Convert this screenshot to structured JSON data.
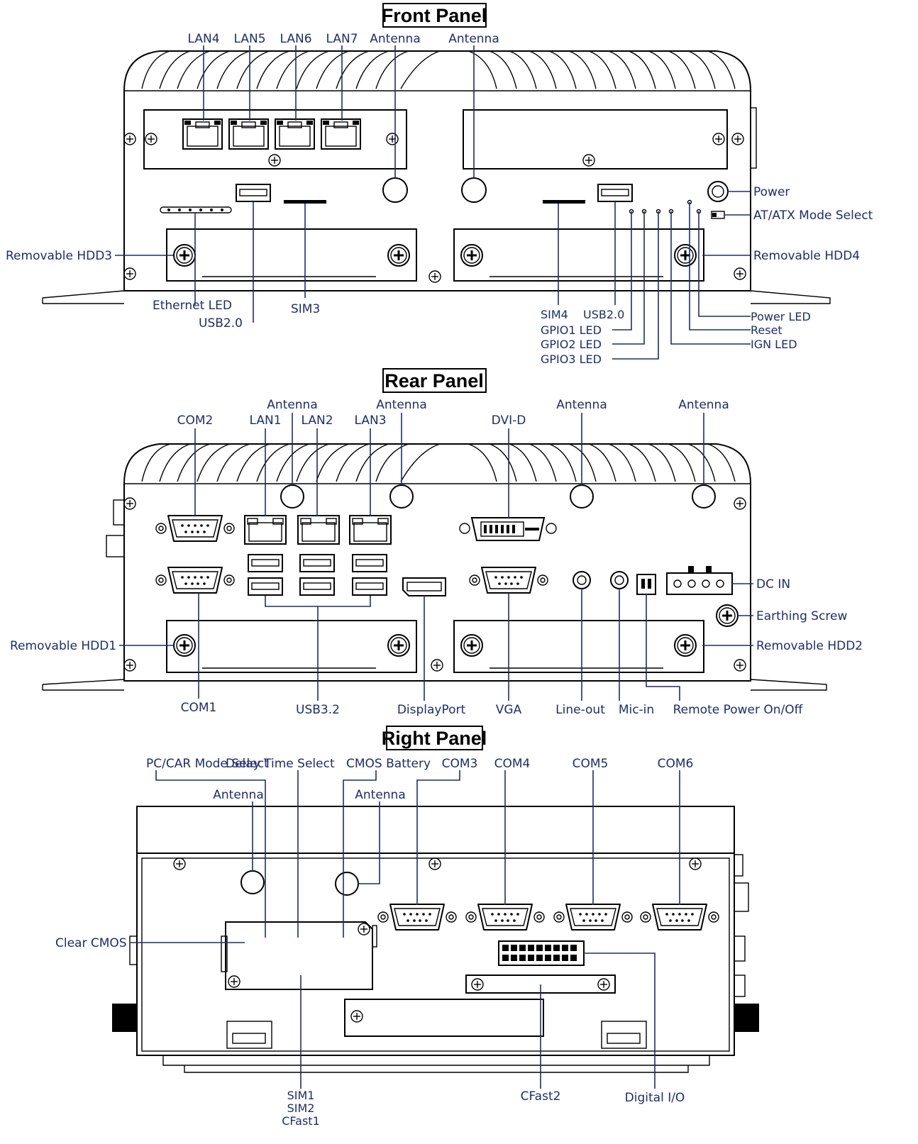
{
  "front": {
    "title": "Front Panel",
    "labels": {
      "lan4": "LAN4",
      "lan5": "LAN5",
      "lan6": "LAN6",
      "lan7": "LAN7",
      "antenna_a": "Antenna",
      "antenna_b": "Antenna",
      "power": "Power",
      "at_atx": "AT/ATX Mode Select",
      "hdd3": "Removable HDD3",
      "hdd4": "Removable HDD4",
      "ethernet_led": "Ethernet LED",
      "usb_left": "USB2.0",
      "sim3": "SIM3",
      "sim4": "SIM4",
      "usb_right": "USB2.0",
      "gpio1": "GPIO1 LED",
      "gpio2": "GPIO2 LED",
      "gpio3": "GPIO3 LED",
      "power_led": "Power LED",
      "reset": "Reset",
      "ign_led": "IGN LED"
    }
  },
  "rear": {
    "title": "Rear Panel",
    "labels": {
      "com2": "COM2",
      "lan1": "LAN1",
      "lan2": "LAN2",
      "lan3": "LAN3",
      "antenna_1": "Antenna",
      "antenna_2": "Antenna",
      "antenna_3": "Antenna",
      "antenna_4": "Antenna",
      "dvid": "DVI-D",
      "dc_in": "DC IN",
      "earthing": "Earthing Screw",
      "hdd1": "Removable HDD1",
      "hdd2": "Removable HDD2",
      "com1": "COM1",
      "usb32": "USB3.2",
      "displayport": "DisplayPort",
      "vga": "VGA",
      "lineout": "Line-out",
      "micin": "Mic-in",
      "remote": "Remote Power On/Off"
    }
  },
  "right": {
    "title": "Right Panel",
    "labels": {
      "pc_car": "PC/CAR Mode Select",
      "delay": "Delay Time Select",
      "cmos_batt": "CMOS Battery",
      "com3": "COM3",
      "com4": "COM4",
      "com5": "COM5",
      "com6": "COM6",
      "antenna_a": "Antenna",
      "antenna_b": "Antenna",
      "clear_cmos": "Clear CMOS",
      "sim1": "SIM1",
      "sim2": "SIM2",
      "cfast1": "CFast1",
      "cfast2": "CFast2",
      "digital_io": "Digital I/O"
    }
  }
}
